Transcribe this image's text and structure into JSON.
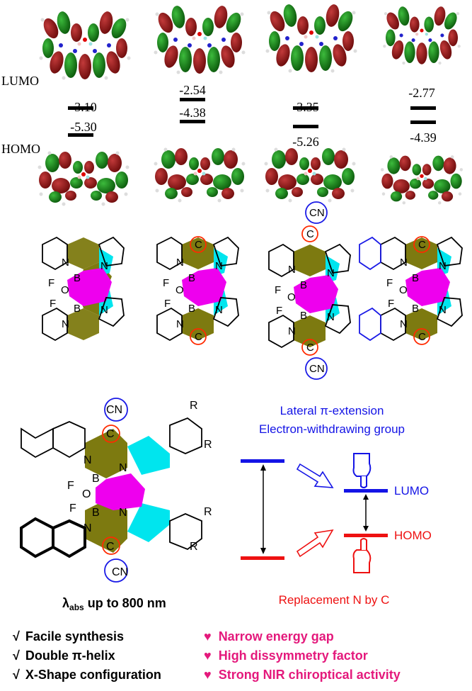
{
  "orbitals": {
    "lumo_label": "LUMO",
    "homo_label": "HOMO",
    "molecules": [
      {
        "lumo": "-3.10",
        "homo": "-5.30"
      },
      {
        "lumo": "-2.54",
        "homo": "-4.38"
      },
      {
        "lumo": "-3.35",
        "homo": "-5.26"
      },
      {
        "lumo": "-2.77",
        "homo": "-4.39"
      }
    ]
  },
  "structures": {
    "atom_N": "N",
    "atom_B": "B",
    "atom_F": "F",
    "atom_O": "O",
    "atom_C": "C",
    "group_CN": "CN",
    "group_R": "R",
    "colors": {
      "core": "#ee00ee",
      "pyrrole": "#00e5ee",
      "fused": "#7d7a10",
      "ring_c": "#ff2a00",
      "ring_cn": "#1a1ae6"
    }
  },
  "energy": {
    "strategy_1": "Lateral π-extension",
    "strategy_2": "Electron-withdrawing group",
    "lumo_label": "LUMO",
    "homo_label": "HOMO",
    "replacement": "Replacement N by C",
    "lambda_prefix": "λ",
    "lambda_sub": "abs",
    "lambda_text": " up to 800 nm",
    "colors": {
      "lumo": "#1414e6",
      "homo": "#ee1111"
    }
  },
  "features": {
    "left": [
      "Facile synthesis",
      "Double π-helix",
      "X-Shape configuration"
    ],
    "right": [
      "Narrow energy gap",
      "High dissymmetry factor",
      "Strong NIR chiroptical activity"
    ],
    "check_symbol": "√",
    "heart_symbol": "♥"
  }
}
